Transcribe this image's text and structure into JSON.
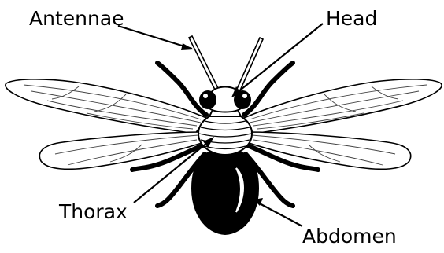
{
  "diagram": {
    "labels": {
      "antennae": "Antennae",
      "head": "Head",
      "thorax": "Thorax",
      "abdomen": "Abdomen"
    },
    "colors": {
      "ink": "#000000",
      "paper": "#ffffff",
      "wing_vein": "#444444"
    }
  }
}
